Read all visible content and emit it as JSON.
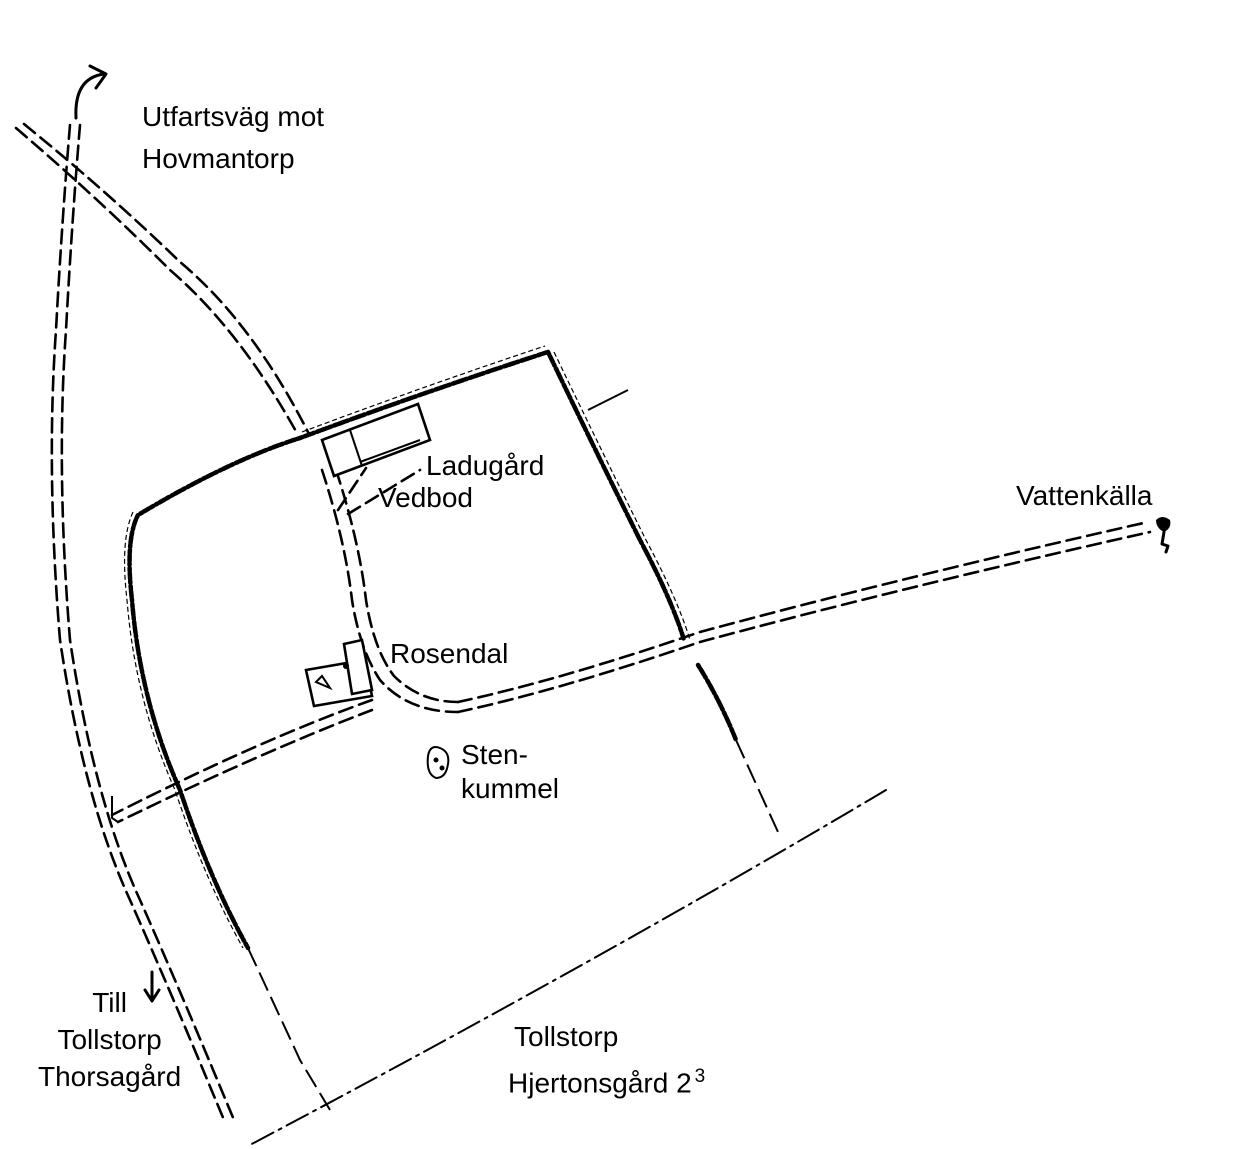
{
  "labels": {
    "exit_road_line1": "Utfartsväg mot",
    "exit_road_line2": "Hovmantorp",
    "ladugard": "Ladugård",
    "vedbod": "Vedbod",
    "vattenkalla": "Vattenkälla",
    "rosendal": "Rosendal",
    "stenkummel_line1": "Sten-",
    "stenkummel_line2": "kummel",
    "till_line1": "Till",
    "till_line2": "Tollstorp",
    "till_line3": "Thorsagård",
    "hjertonsgard_line1": "Tollstorp",
    "hjertonsgard_line2": "Hjertonsgård 2",
    "hjertonsgard_number": "3"
  },
  "colors": {
    "ink": "#000000",
    "paper": "#ffffff"
  },
  "icons": {
    "spring": "spring-marker-icon",
    "cairn": "cairn-icon",
    "north_arrow": "curved-arrow-icon",
    "south_arrow": "down-arrow-icon"
  }
}
